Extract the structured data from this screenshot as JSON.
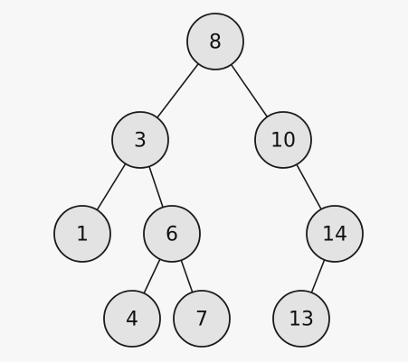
{
  "tree": {
    "nodes": [
      {
        "id": "n8",
        "label": "8"
      },
      {
        "id": "n3",
        "label": "3"
      },
      {
        "id": "n10",
        "label": "10"
      },
      {
        "id": "n1",
        "label": "1"
      },
      {
        "id": "n6",
        "label": "6"
      },
      {
        "id": "n14",
        "label": "14"
      },
      {
        "id": "n4",
        "label": "4"
      },
      {
        "id": "n7",
        "label": "7"
      },
      {
        "id": "n13",
        "label": "13"
      }
    ],
    "edges": [
      {
        "from": "n8",
        "to": "n3"
      },
      {
        "from": "n8",
        "to": "n10"
      },
      {
        "from": "n3",
        "to": "n1"
      },
      {
        "from": "n3",
        "to": "n6"
      },
      {
        "from": "n10",
        "to": "n14"
      },
      {
        "from": "n6",
        "to": "n4"
      },
      {
        "from": "n6",
        "to": "n7"
      },
      {
        "from": "n14",
        "to": "n13"
      }
    ]
  },
  "colors": {
    "background": "#f7f7f7",
    "node_fill": "#e3e3e3",
    "stroke": "#1a1a1a"
  }
}
